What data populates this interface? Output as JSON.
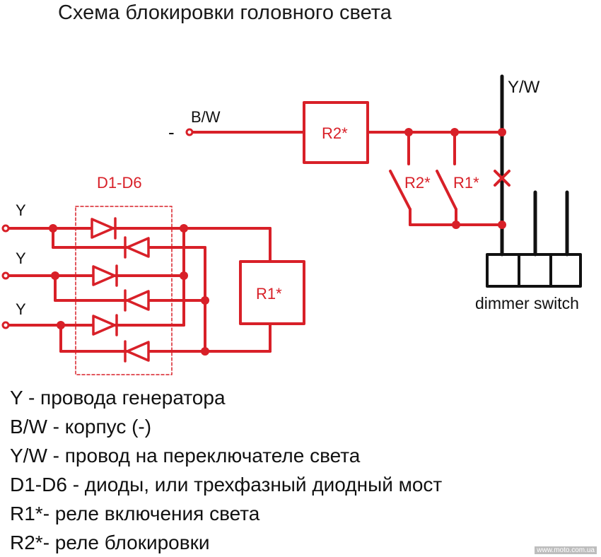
{
  "title": "Схема блокировки головного света",
  "labels": {
    "bw": "B/W",
    "minus": "-",
    "yw": "Y/W",
    "r2_box": "R2*",
    "r2_contact": "R2*",
    "r1_contact": "R1*",
    "r1_box": "R1*",
    "diodes": "D1-D6",
    "y1": "Y",
    "y2": "Y",
    "y3": "Y",
    "dimmer": "dimmer switch"
  },
  "legend": [
    "Y - провода генератора",
    "B/W - корпус (-)",
    "Y/W - провод на переключателе света",
    "D1-D6 - диоды, или трехфазный диодный мост",
    "R1*- реле включения света",
    "R2*- реле блокировки"
  ],
  "watermark": "www.moto.com.ua",
  "colors": {
    "wire_red": "#d82028",
    "wire_black": "#111111",
    "dashed_box": "#d82028"
  }
}
